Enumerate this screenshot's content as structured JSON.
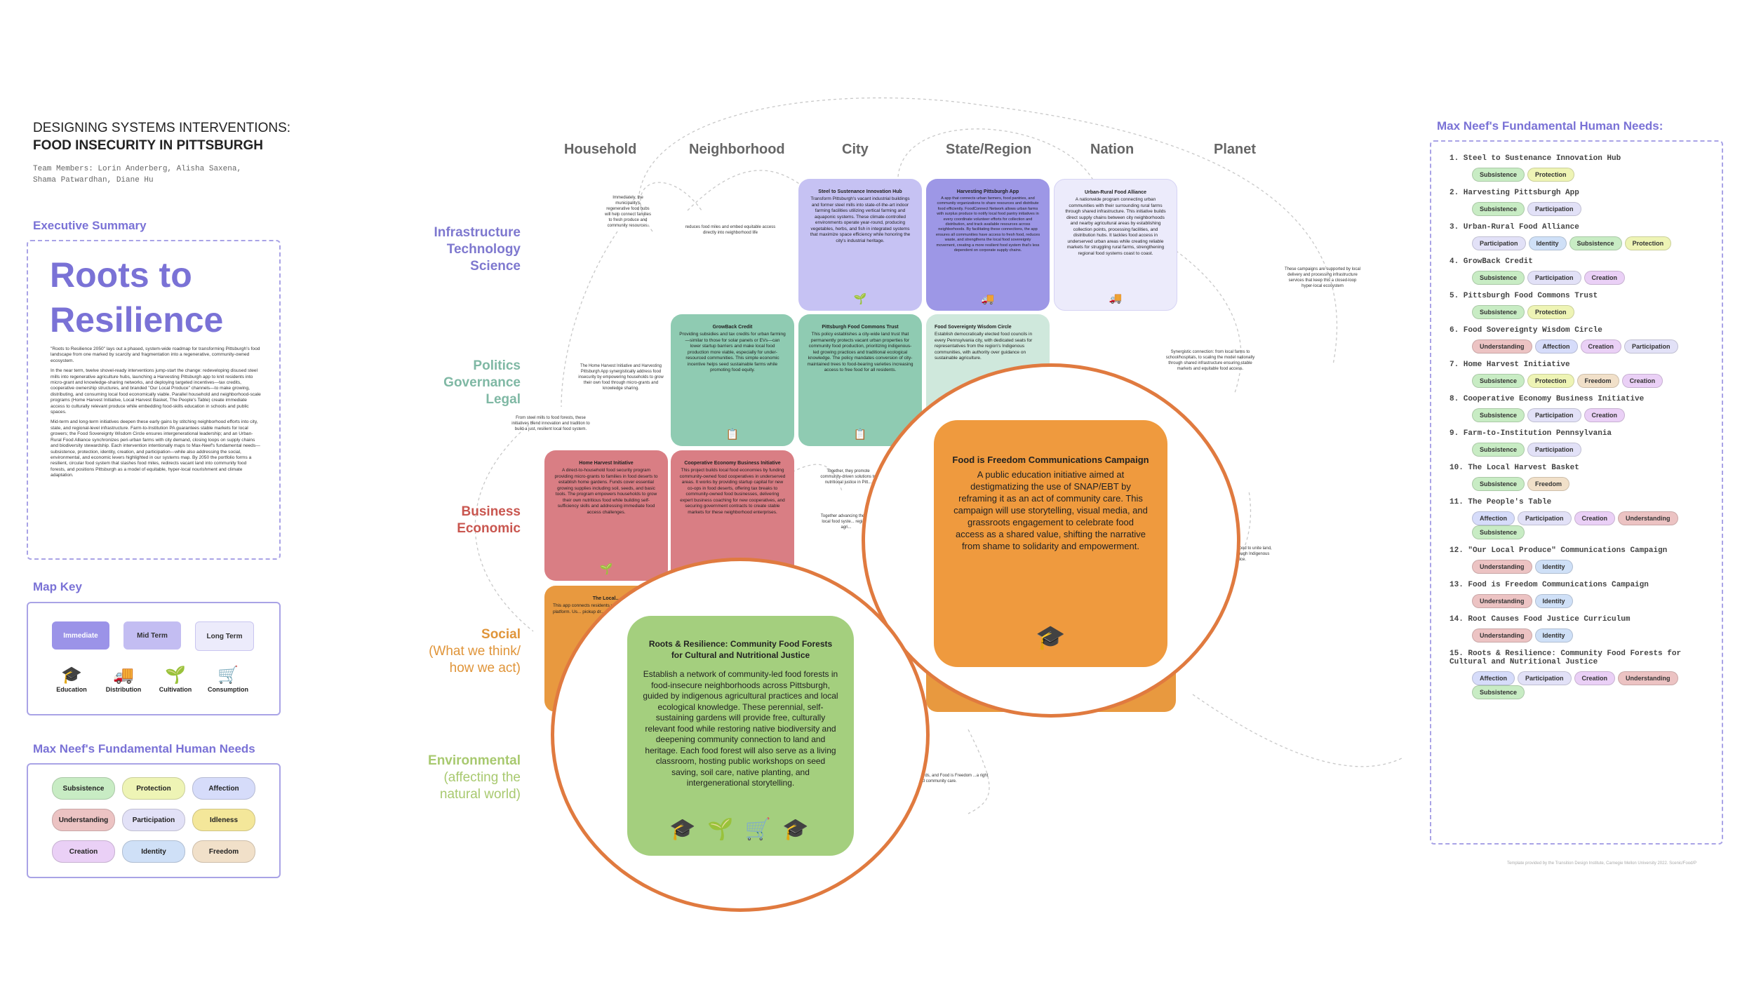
{
  "header": {
    "title_line1": "DESIGNING SYSTEMS INTERVENTIONS:",
    "title_line2": "FOOD INSECURITY IN PITTSBURGH",
    "team": "Team Members: Lorin Anderberg, Alisha Saxena, Shama Patwardhan, Diane Hu"
  },
  "summary": {
    "heading": "Executive Summary",
    "title": "Roots to Resilience",
    "p1": "\"Roots to Resilience 2050\" lays out a phased, system-wide roadmap for transforming Pittsburgh's food landscape from one marked by scarcity and fragmentation into a regenerative, community-owned ecosystem.",
    "p2": "In the near term, twelve shovel-ready interventions jump-start the change: redeveloping disused steel mills into regenerative agriculture hubs, launching a Harvesting Pittsburgh app to knit residents into micro-grant and knowledge-sharing networks, and deploying targeted incentives—tax credits, cooperative ownership structures, and branded \"Our Local Produce\" channels—to make growing, distributing, and consuming local food economically viable. Parallel household and neighborhood-scale programs (Home Harvest Initiative, Local Harvest Basket, The People's Table) create immediate access to culturally relevant produce while embedding food-skills education in schools and public spaces.",
    "p3": "Mid-term and long-term initiatives deepen these early gains by stitching neighborhood efforts into city, state, and regional-level infrastructure. Farm-to-Institution PA guarantees stable markets for local growers; the Food Sovereignty Wisdom Circle ensures intergenerational leadership; and an Urban-Rural Food Alliance synchronizes peri-urban farms with city demand, closing loops on supply chains and biodiversity stewardship. Each intervention intentionally maps to Max-Neef's fundamental needs—subsistence, protection, identity, creation, and participation—while also addressing the social, environmental, and economic levers highlighted in our systems map. By 2050 the portfolio forms a resilient, circular food system that slashes food miles, redirects vacant land into community food forests, and positions Pittsburgh as a model of equitable, hyper-local nourishment and climate adaptation."
  },
  "map_key": {
    "heading": "Map Key",
    "terms": [
      "Immediate",
      "Mid Term",
      "Long Term"
    ],
    "term_colors": [
      "#9b93e8",
      "#c3bdf2",
      "#ecebfb"
    ],
    "icons": [
      {
        "label": "Education",
        "icon": "graduation-cap-icon",
        "glyph": "🎓"
      },
      {
        "label": "Distribution",
        "icon": "truck-icon",
        "glyph": "🚚"
      },
      {
        "label": "Cultivation",
        "icon": "plant-icon",
        "glyph": "🌱"
      },
      {
        "label": "Consumption",
        "icon": "cart-icon",
        "glyph": "🛒"
      }
    ]
  },
  "needs_key": {
    "heading": "Max Neef's Fundamental Human Needs",
    "needs": [
      {
        "label": "Subsistence",
        "color": "#c8ecc4"
      },
      {
        "label": "Protection",
        "color": "#eef4b5"
      },
      {
        "label": "Affection",
        "color": "#d6dcfa"
      },
      {
        "label": "Understanding",
        "color": "#ecc3c3"
      },
      {
        "label": "Participation",
        "color": "#e2e1f7"
      },
      {
        "label": "Idleness",
        "color": "#f4e79a"
      },
      {
        "label": "Creation",
        "color": "#ead0f6"
      },
      {
        "label": "Identity",
        "color": "#cfe0f7"
      },
      {
        "label": "Freedom",
        "color": "#f1e0c9"
      }
    ]
  },
  "columns": [
    "Household",
    "Neighborhood",
    "City",
    "State/Region",
    "Nation",
    "Planet"
  ],
  "rows": [
    {
      "l1": "Infrastructure",
      "l2": "Technology",
      "l3": "Science",
      "color": "#7e78cf"
    },
    {
      "l1": "Politics",
      "l2": "Governance",
      "l3": "Legal",
      "color": "#7fb8a4"
    },
    {
      "l1": "Business",
      "l2": "Economic",
      "l3": "",
      "color": "#c9564f"
    },
    {
      "l1": "Social",
      "l2": "(What we think/",
      "l3": "how we act)",
      "color": "#e0953a"
    },
    {
      "l1": "Environmental",
      "l2": "(affecting the",
      "l3": "natural world)",
      "color": "#a8c96f"
    }
  ],
  "cards": {
    "steel": {
      "title": "Steel to Sustenance Innovation Hub",
      "body": "Transform Pittsburgh's vacant industrial buildings and former steel mills into state-of-the-art indoor farming facilities utilizing vertical farming and aquaponic systems. These climate-controlled environments operate year-round, producing vegetables, herbs, and fish in integrated systems that maximize space efficiency while honoring the city's industrial heritage.",
      "icon": "🌱"
    },
    "app": {
      "title": "Harvesting Pittsburgh App",
      "body": "A app that connects urban farmers, food pantries, and community organizations to share resources and distribute food efficiently. FoodConnect Network allows urban farms with surplus produce to notify local food pantry initiatives in every coordinate volunteer efforts for collection and distribution, and track available resources across neighborhoods. By facilitating these connections, the app ensures all communities have access to fresh food, reduces waste, and strengthens the local food sovereignty movement, creating a more resilient food system that's less dependent on corporate supply chains.",
      "icon": "🚚"
    },
    "alliance": {
      "title": "Urban-Rural Food Alliance",
      "body": "A nationwide program connecting urban communities with their surrounding rural farms through shared infrastructure. This initiative builds direct supply chains between city neighborhoods and nearby agricultural areas by establishing collection points, processing facilities, and distribution hubs. It tackles food access in underserved urban areas while creating reliable markets for struggling rural farms, strengthening regional food systems coast to coast.",
      "icon": "🚚"
    },
    "growback": {
      "title": "GrowBack Credit",
      "body": "Providing subsidies and tax credits for urban farming—similar to those for solar panels or EVs—can lower startup barriers and make local food production more viable, especially for under-resourced communities. This simple economic incentive helps seed sustainable farms while promoting food equity.",
      "icon": "📋"
    },
    "commons": {
      "title": "Pittsburgh Food Commons Trust",
      "body": "This policy establishes a city-wide land trust that permanently protects vacant urban properties for community food production, prioritizing indigenous-led growing practices and traditional ecological knowledge. The policy mandates conversion of city-maintained trees to food-bearing varieties increasing access to free food for all residents.",
      "icon": "📋"
    },
    "wisdom": {
      "title": "Food Sovereignty Wisdom Circle",
      "body": "Establish democratically elected food councils in every Pennsylvania city, with dedicated seats for representatives from the region's Indigenous communities, with authority over guidance on sustainable agriculture.",
      "icon": ""
    },
    "home": {
      "title": "Home Harvest Initiative",
      "body": "A direct-to-household food security program providing micro-grants to families in food deserts to establish home gardens. Funds cover essential growing supplies including soil, seeds, and basic tools. The program empowers households to grow their own nutritious food while building self-sufficiency skills and addressing immediate food access challenges.",
      "icon": "🌱"
    },
    "coop": {
      "title": "Cooperative Economy Business Initiative",
      "body": "This project builds local food economies by funding community-owned food cooperatives in underserved areas. It works by providing startup capital for new co-ops in food deserts, offering tax breaks to community-owned food businesses, delivering expert business coaching for new cooperatives, and securing government contracts to create stable markets for these neighborhood enterprises.",
      "icon": "🌱"
    },
    "local": {
      "title": "The Local...",
      "body": "This app connects residents with local food... platform. Us... pickup dr... food c... local... deliv...",
      "icon": ""
    },
    "freedom": {
      "title": "Food is Freedom Communications Campaign",
      "body": "A public education initiative aimed at destigmatizing the use of SNAP/EBT by reframing it as an act of community care. This campaign will use storytelling, visual media, and grassroots engagement to celebrate food access as a shared value, shifting the narrative from shame to solidarity and empowerment.",
      "icon": "🎓"
    },
    "forest": {
      "title": "Roots & Resilience: Community Food Forests for Cultural and Nutritional Justice",
      "body": "Establish a network of community-led food forests in food-insecure neighborhoods across Pittsburgh, guided by indigenous agricultural practices and local ecological knowledge. These perennial, self-sustaining gardens will provide free, culturally relevant food while restoring native biodiversity and deepening community connection to land and heritage. Each food forest will also serve as a living classroom, hosting public workshops on seed saving, soil care, native planting, and intergenerational storytelling.",
      "icons": "🎓 🌱 🛒 🎓"
    }
  },
  "notes": {
    "n1": "Immediately, the municipality's regenerative food hubs will help connect families to fresh produce and community resources.",
    "n2": "reduces food miles and embed equitable access directly into neighborhood life",
    "n3": "These campaigns are supported by local delivery and processing infrastructure services that keep this a closed-loop hyper-local ecosystem",
    "n4": "The Home Harvest Initiative and Harvesting Pittsburgh App synergistically address food insecurity by empowering households to grow their own food through micro-grants and knowledge sharing.",
    "n5": "From steel mills to food forests, these initiatives blend innovation and tradition to build a just, resilient local food system.",
    "n6": "Synergistic connection: from local farms to school/hospitals, to scaling the model nationally through shared infrastructure ensuring stable markets and equitable food access.",
    "n7": "Together, they promote community-driven solutions to nutritional justice in Pitt...",
    "n8": "Together advancing the... a local food syste... regional agri...",
    "n9": "...food to unite land, ...ough Indigenous ...tice.",
    "n10": "...ards, and Food is Freedom ...a right and community care."
  },
  "needs_panel": {
    "heading": "Max Neef's Fundamental Human Needs:",
    "items": [
      {
        "label": "1. Steel to Sustenance Innovation Hub",
        "tags": [
          "Subsistence",
          "Protection"
        ]
      },
      {
        "label": "2. Harvesting Pittsburgh App",
        "tags": [
          "Subsistence",
          "Participation"
        ]
      },
      {
        "label": "3. Urban-Rural Food Alliance",
        "tags": [
          "Participation",
          "Identity",
          "Subsistence",
          "Protection"
        ]
      },
      {
        "label": "4. GrowBack Credit",
        "tags": [
          "Subsistence",
          "Participation",
          "Creation"
        ]
      },
      {
        "label": "5. Pittsburgh Food Commons Trust",
        "tags": [
          "Subsistence",
          "Protection"
        ]
      },
      {
        "label": "6. Food Sovereignty Wisdom Circle",
        "tags": [
          "Understanding",
          "Affection",
          "Creation",
          "Participation"
        ]
      },
      {
        "label": "7. Home Harvest Initiative",
        "tags": [
          "Subsistence",
          "Protection",
          "Freedom",
          "Creation"
        ]
      },
      {
        "label": "8. Cooperative Economy Business Initiative",
        "tags": [
          "Subsistence",
          "Participation",
          "Creation"
        ]
      },
      {
        "label": "9. Farm-to-Institution Pennsylvania",
        "tags": [
          "Subsistence",
          "Participation"
        ]
      },
      {
        "label": "10. The Local Harvest Basket",
        "tags": [
          "Subsistence",
          "Freedom"
        ]
      },
      {
        "label": "11. The People's Table",
        "tags": [
          "Affection",
          "Participation",
          "Creation",
          "Understanding",
          "Subsistence"
        ]
      },
      {
        "label": "12. \"Our Local Produce\" Communications Campaign",
        "tags": [
          "Understanding",
          "Identity"
        ]
      },
      {
        "label": "13. Food is Freedom Communications Campaign",
        "tags": [
          "Understanding",
          "Identity"
        ]
      },
      {
        "label": "14. Root Causes Food Justice Curriculum",
        "tags": [
          "Understanding",
          "Identity"
        ]
      },
      {
        "label": "15. Roots & Resilience: Community Food Forests for Cultural and Nutritional Justice",
        "tags": [
          "Affection",
          "Participation",
          "Creation",
          "Understanding",
          "Subsistence"
        ]
      }
    ]
  },
  "footer": "Template provided by the Transition Design Institute, Carnegie Mellon University 2022. Scenic/Food/P"
}
